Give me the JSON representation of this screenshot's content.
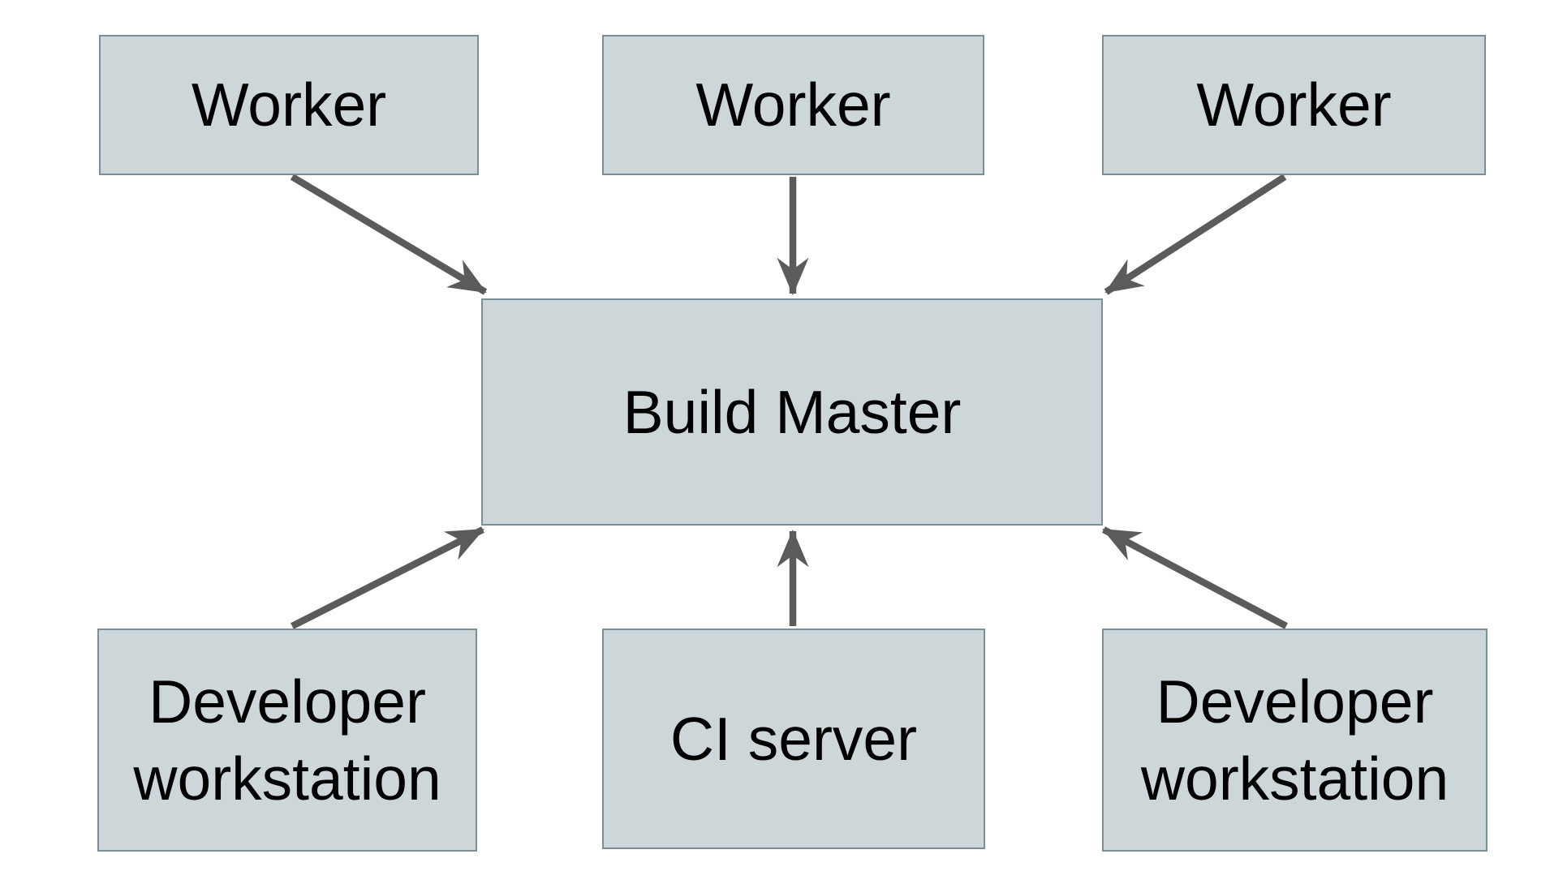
{
  "diagram": {
    "nodes": [
      {
        "id": "worker-1",
        "label": "Worker"
      },
      {
        "id": "worker-2",
        "label": "Worker"
      },
      {
        "id": "worker-3",
        "label": "Worker"
      },
      {
        "id": "build-master",
        "label": "Build Master"
      },
      {
        "id": "dev-ws-1",
        "label": "Developer workstation"
      },
      {
        "id": "ci-server",
        "label": "CI server"
      },
      {
        "id": "dev-ws-2",
        "label": "Developer workstation"
      }
    ],
    "edges": [
      {
        "from": "worker-1",
        "to": "build-master"
      },
      {
        "from": "worker-2",
        "to": "build-master"
      },
      {
        "from": "worker-3",
        "to": "build-master"
      },
      {
        "from": "dev-ws-1",
        "to": "build-master"
      },
      {
        "from": "ci-server",
        "to": "build-master"
      },
      {
        "from": "dev-ws-2",
        "to": "build-master"
      }
    ]
  },
  "colors": {
    "box_fill": "#cdd7d9",
    "box_border": "#7a8f96",
    "arrow": "#5b5b5b",
    "text": "#000000",
    "background": "#ffffff"
  }
}
